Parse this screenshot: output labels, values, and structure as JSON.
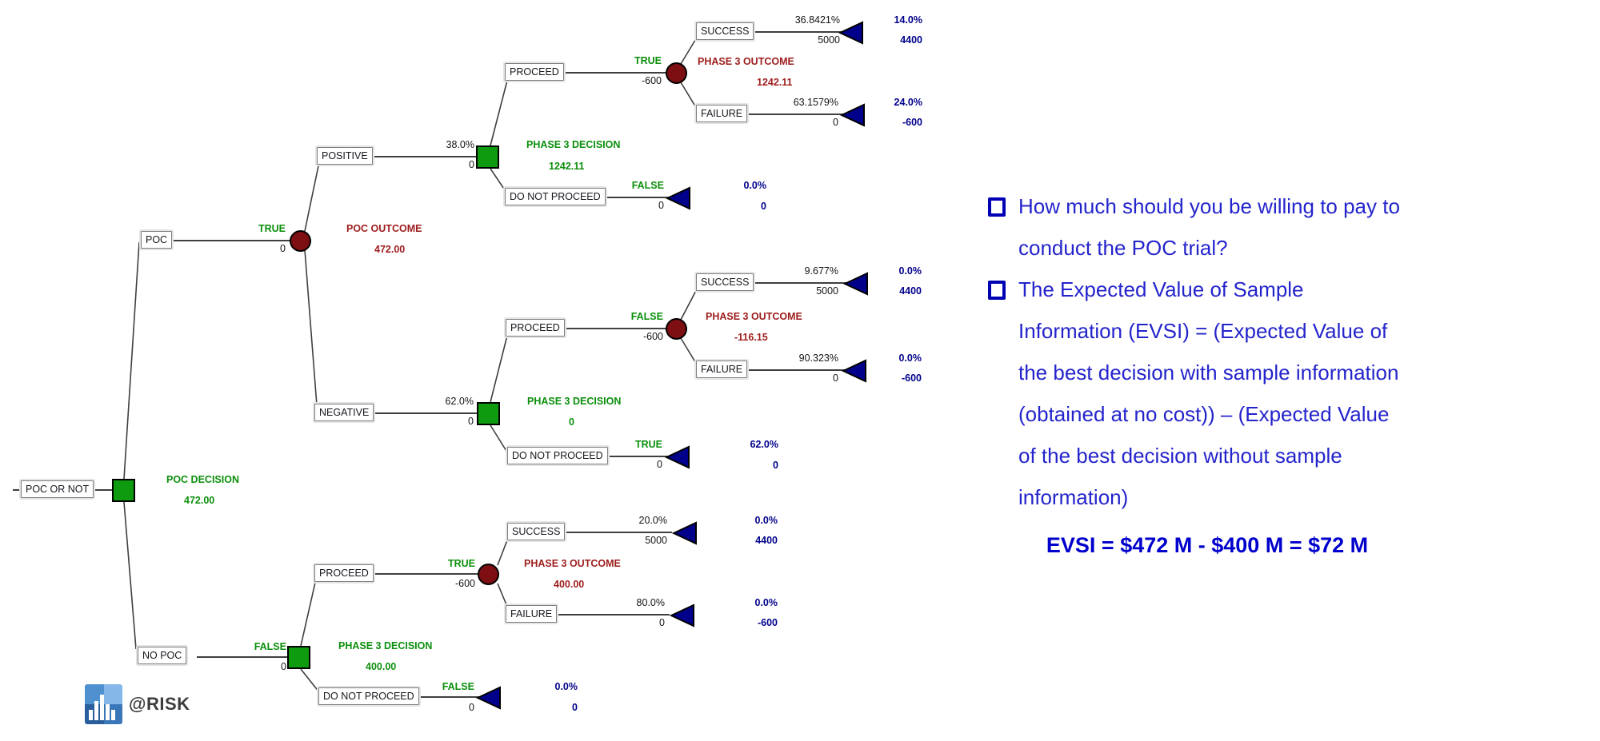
{
  "colors": {
    "decision_green": "#0b8f0b",
    "chance_dark_red": "#9e1c1c",
    "chance_node_fill": "#7d0f12",
    "decision_node_fill": "#0f9b0f",
    "terminal_navy": "#00008b",
    "note_text_blue": "#2424cc"
  },
  "tree": {
    "root": {
      "name": "POC OR NOT",
      "label": "POC DECISION",
      "value": "472.00"
    },
    "poc": {
      "name": "POC",
      "branch": "TRUE",
      "cost": "0",
      "label": "POC OUTCOME",
      "value": "472.00"
    },
    "no_poc": {
      "name": "NO POC",
      "branch": "FALSE",
      "cost": "0",
      "label": "PHASE 3 DECISION",
      "value": "400.00"
    },
    "positive": {
      "name": "POSITIVE",
      "prob": "38.0%",
      "cost": "0",
      "label": "PHASE 3 DECISION",
      "value": "1242.11"
    },
    "negative": {
      "name": "NEGATIVE",
      "prob": "62.0%",
      "cost": "0",
      "label": "PHASE 3 DECISION",
      "value": "0"
    },
    "proceed_top": {
      "name": "PROCEED",
      "branch": "TRUE",
      "cost": "-600",
      "label": "PHASE 3 OUTCOME",
      "value": "1242.11"
    },
    "dnp_top": {
      "name": "DO NOT PROCEED",
      "branch": "FALSE",
      "cost": "0",
      "end_prob": "0.0%",
      "end_value": "0"
    },
    "success_top": {
      "name": "SUCCESS",
      "prob": "36.8421%",
      "payoff": "5000",
      "end_prob": "14.0%",
      "end_value": "4400"
    },
    "failure_top": {
      "name": "FAILURE",
      "prob": "63.1579%",
      "payoff": "0",
      "end_prob": "24.0%",
      "end_value": "-600"
    },
    "proceed_mid": {
      "name": "PROCEED",
      "branch": "FALSE",
      "cost": "-600",
      "label": "PHASE 3 OUTCOME",
      "value": "-116.15"
    },
    "dnp_mid": {
      "name": "DO NOT PROCEED",
      "branch": "TRUE",
      "cost": "0",
      "end_prob": "62.0%",
      "end_value": "0"
    },
    "success_mid": {
      "name": "SUCCESS",
      "prob": "9.677%",
      "payoff": "5000",
      "end_prob": "0.0%",
      "end_value": "4400"
    },
    "failure_mid": {
      "name": "FAILURE",
      "prob": "90.323%",
      "payoff": "0",
      "end_prob": "0.0%",
      "end_value": "-600"
    },
    "proceed_bot": {
      "name": "PROCEED",
      "branch": "TRUE",
      "cost": "-600",
      "label": "PHASE 3 OUTCOME",
      "value": "400.00"
    },
    "dnp_bot": {
      "name": "DO NOT PROCEED",
      "branch": "FALSE",
      "cost": "0",
      "end_prob": "0.0%",
      "end_value": "0"
    },
    "success_bot": {
      "name": "SUCCESS",
      "prob": "20.0%",
      "payoff": "5000",
      "end_prob": "0.0%",
      "end_value": "4400"
    },
    "failure_bot": {
      "name": "FAILURE",
      "prob": "80.0%",
      "payoff": "0",
      "end_prob": "0.0%",
      "end_value": "-600"
    }
  },
  "notes": {
    "bullets": [
      "How much should you be willing to pay to conduct the POC trial?",
      "The Expected Value of Sample Information (EVSI) = (Expected Value of the best decision with sample information (obtained at no cost)) – (Expected Value of the best decision without sample information)"
    ],
    "formula": "EVSI = $472 M - $400 M = $72 M"
  },
  "logo": {
    "brand": "@RISK"
  }
}
